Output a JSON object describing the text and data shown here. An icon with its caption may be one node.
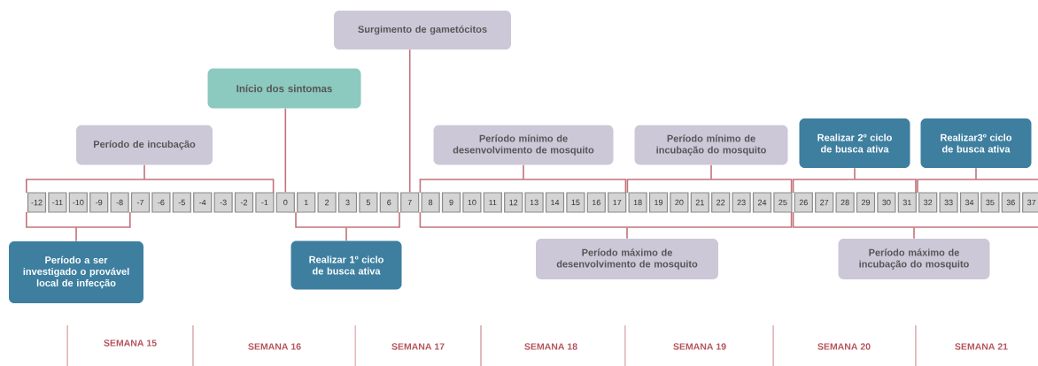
{
  "diagram": {
    "nodes": [
      {
        "text": [
          "Surgimento de gametócitos"
        ]
      },
      {
        "text": [
          "Início dos sintomas"
        ]
      },
      {
        "text": [
          "Período de incubação"
        ]
      },
      {
        "text": [
          "Período mínimo de desenvolvimento de mosquito"
        ]
      },
      {
        "text": [
          "Período mínimo de incubação do mosquito"
        ]
      },
      {
        "text": [
          "Realizar 2º ciclo de busca ativa"
        ]
      },
      {
        "text": [
          "Realizar3º ciclo de busca ativa"
        ]
      },
      {
        "text": [
          "-12"
        ]
      },
      {
        "text": [
          "-11"
        ]
      },
      {
        "text": [
          "-10"
        ]
      },
      {
        "text": [
          "-9"
        ]
      },
      {
        "text": [
          "-8"
        ]
      },
      {
        "text": [
          "-7"
        ]
      },
      {
        "text": [
          "-6"
        ]
      },
      {
        "text": [
          "-5"
        ]
      },
      {
        "text": [
          "-4"
        ]
      },
      {
        "text": [
          "-3"
        ]
      },
      {
        "text": [
          "-2"
        ]
      },
      {
        "text": [
          "-1"
        ]
      },
      {
        "text": [
          "0"
        ]
      },
      {
        "text": [
          "1"
        ]
      },
      {
        "text": [
          "2"
        ]
      },
      {
        "text": [
          "3"
        ]
      },
      {
        "text": [
          "5"
        ]
      },
      {
        "text": [
          "6"
        ]
      },
      {
        "text": [
          "7"
        ]
      },
      {
        "text": [
          "8"
        ]
      },
      {
        "text": [
          "9"
        ]
      },
      {
        "text": [
          "10"
        ]
      },
      {
        "text": [
          "11"
        ]
      },
      {
        "text": [
          "12"
        ]
      },
      {
        "text": [
          "13"
        ]
      },
      {
        "text": [
          "14"
        ]
      },
      {
        "text": [
          "15"
        ]
      },
      {
        "text": [
          "16"
        ]
      },
      {
        "text": [
          "17"
        ]
      },
      {
        "text": [
          "18"
        ]
      },
      {
        "text": [
          "19"
        ]
      },
      {
        "text": [
          "20"
        ]
      },
      {
        "text": [
          "21"
        ]
      },
      {
        "text": [
          "22"
        ]
      },
      {
        "text": [
          "23"
        ]
      },
      {
        "text": [
          "24"
        ]
      },
      {
        "text": [
          "25"
        ]
      },
      {
        "text": [
          "26"
        ]
      },
      {
        "text": [
          "27"
        ]
      },
      {
        "text": [
          "28"
        ]
      },
      {
        "text": [
          "29"
        ]
      },
      {
        "text": [
          "30"
        ]
      },
      {
        "text": [
          "31"
        ]
      },
      {
        "text": [
          "32"
        ]
      },
      {
        "text": [
          "33"
        ]
      },
      {
        "text": [
          "34"
        ]
      },
      {
        "text": [
          "35"
        ]
      },
      {
        "text": [
          "36"
        ]
      },
      {
        "text": [
          "37"
        ]
      },
      {
        "text": [
          "Período a ser investigado o provável local de infecção"
        ]
      },
      {
        "text": [
          "Realizar 1º ciclo de busca ativa"
        ]
      },
      {
        "text": [
          "Período máximo de desenvolvimento de mosquito"
        ]
      },
      {
        "text": [
          "Período máximo de incubação do mosquito"
        ]
      },
      {
        "text": [],
        "shape": "bracket"
      },
      {
        "text": [],
        "shape": "bracket"
      },
      {
        "text": [],
        "shape": "bracket"
      },
      {
        "text": [],
        "shape": "bracket"
      },
      {
        "text": [],
        "shape": "bracket"
      },
      {
        "text": [],
        "shape": "bracket"
      },
      {
        "text": [],
        "shape": "bracket"
      },
      {
        "text": [],
        "shape": "bracket"
      },
      {
        "text": [],
        "shape": "bracket"
      }
    ],
    "edges": [
      {
        "from": 0,
        "to": 25,
        "arrow": "none"
      },
      {
        "from": 1,
        "to": 19,
        "arrow": "none"
      },
      {
        "from": 2,
        "to": 60,
        "arrow": "none"
      },
      {
        "from": 3,
        "to": 61,
        "arrow": "none"
      },
      {
        "from": 4,
        "to": 62,
        "arrow": "none"
      },
      {
        "from": 5,
        "to": 63,
        "arrow": "none"
      },
      {
        "from": 6,
        "to": 64,
        "arrow": "none"
      },
      {
        "from": 56,
        "to": 65,
        "arrow": "none"
      },
      {
        "from": 57,
        "to": 66,
        "arrow": "none"
      },
      {
        "from": 58,
        "to": 67,
        "arrow": "none"
      },
      {
        "from": 59,
        "to": 68,
        "arrow": "none"
      }
    ],
    "labels": [
      "SEMANA 15",
      "SEMANA 16",
      "SEMANA 17",
      "SEMANA 18",
      "SEMANA 19",
      "SEMANA 20",
      "SEMANA 21"
    ]
  }
}
